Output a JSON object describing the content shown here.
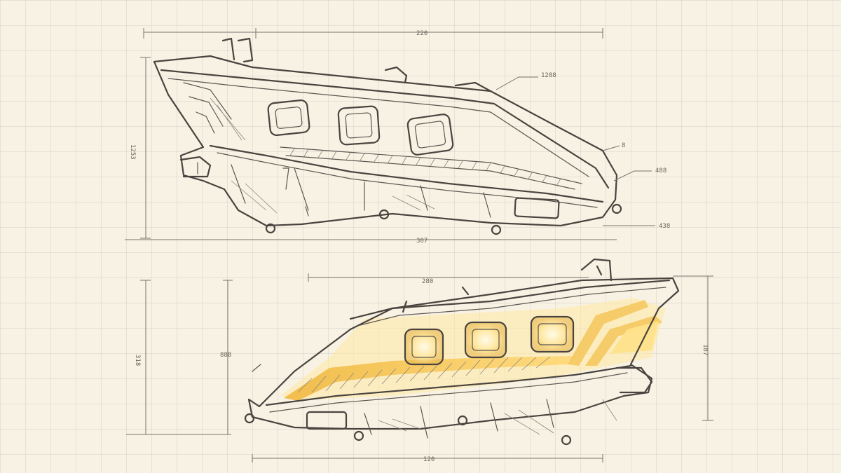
{
  "dimensions": {
    "top_width": "220",
    "top_callout_1": "1288",
    "top_callout_2": "8",
    "top_callout_3": "488",
    "top_height": "1253",
    "top_right_height": "438",
    "top_base_width": "387",
    "bottom_top_width": "280",
    "bottom_left_height": "318",
    "bottom_mid_height": "888",
    "bottom_right_height": "187",
    "bottom_base_width": "120"
  },
  "colors": {
    "paper": "#f7f2e4",
    "ink": "#4a4440",
    "led_amber": "#f4c65a"
  }
}
